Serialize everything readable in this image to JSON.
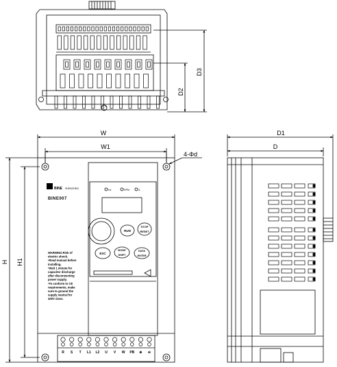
{
  "top_view": {
    "dims": {
      "d2": "D2",
      "d3": "D3"
    }
  },
  "front_view": {
    "brand": "BINE",
    "brand_sub": "SHENZHEN",
    "model": "BINE007",
    "dims": {
      "w": "W",
      "w1": "W1",
      "h": "H",
      "h1": "H1",
      "holes": "4-Φd"
    },
    "leds": [
      "Hz",
      "RPM",
      "A"
    ],
    "keys": {
      "run": "RUN",
      "stop": "STOP",
      "reset": "RESET",
      "esc": "ESC",
      "mode": "MODE",
      "shift": "SHIFT",
      "data": "DATA",
      "enter": "ENTER"
    },
    "warning_lines": [
      "WARNING:Risk of",
      "electric shock.",
      "•Read manual before",
      "installing.",
      "•Wait 1 minute for",
      "capacitor discharge",
      "after disconnecting",
      "power supply.",
      "•To conform to CE",
      "requirements, make",
      "sure to ground the",
      "supply neutral for",
      "400V class."
    ],
    "terminals": [
      "R",
      "S",
      "T",
      "L1",
      "L2",
      "U",
      "V",
      "W",
      "PB",
      "⊕",
      "⊖"
    ]
  },
  "side_view": {
    "dims": {
      "d1": "D1",
      "d": "D"
    }
  },
  "colors": {
    "line": "#000000",
    "background": "#ffffff"
  }
}
